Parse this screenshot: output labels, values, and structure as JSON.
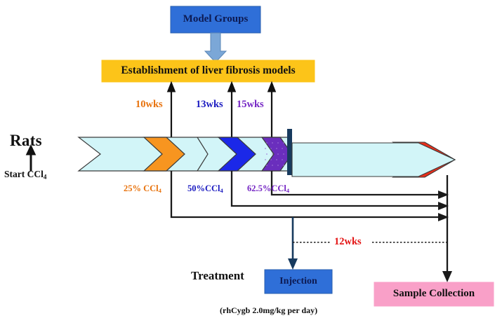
{
  "diagram": {
    "title": "Rat liver fibrosis model and rhCygb treatment experimental timeline",
    "boxes": {
      "model_groups": {
        "label": "Model Groups",
        "fill": "#2f6fd8",
        "text_color": "#0d1a52"
      },
      "establishment": {
        "label": "Establishment of liver fibrosis models",
        "fill": "#fcc породы",
        "text_color": "#111111"
      },
      "injection": {
        "label": "Injection",
        "fill": "#2f6fd8",
        "text_color": "#0d1a52"
      },
      "sample_collection": {
        "label": "Sample Collection",
        "fill": "#f9a0c8",
        "text_color": "#111111"
      }
    },
    "labels": {
      "rats": "Rats",
      "start_ccl4": "Start CCl",
      "start_ccl4_sub": "4",
      "treatment": "Treatment",
      "dose_note": "(rhCygb 2.0mg/kg per day)"
    },
    "timepoints": [
      {
        "name": "wks10",
        "text": "10wks",
        "color": "#e8720c"
      },
      {
        "name": "wks13",
        "text": "13wks",
        "color": "#1a1ac0"
      },
      {
        "name": "wks15",
        "text": "15wks",
        "color": "#7526c4"
      },
      {
        "name": "wks12",
        "text": "12wks",
        "color": "#e31212"
      }
    ],
    "doses": [
      {
        "name": "ccl4-25",
        "prefix": "25% CCl",
        "sub": "4",
        "color": "#e8720c"
      },
      {
        "name": "ccl4-50",
        "prefix": "50%CCl",
        "sub": "4",
        "color": "#1a1ac0"
      },
      {
        "name": "ccl4-62",
        "prefix": "62.5%CCl",
        "sub": "4",
        "color": "#7526c4"
      }
    ],
    "colors": {
      "pale_cyan": "#d2f5f8",
      "orange_chevron": "#f79520",
      "blue_chevron": "#1b28e8",
      "purple_chevron": "#6a2ebd",
      "red_arrowhead": "#e8301c",
      "navy_bar": "#173a5e",
      "yellow_box": "#fcc419",
      "pink_box": "#f9a0c8",
      "royal_blue_box": "#2f6fd8",
      "light_blue_arrow": "#7ba7d7",
      "outline": "#3a3a3a",
      "black_line": "#1a1a1a"
    }
  }
}
